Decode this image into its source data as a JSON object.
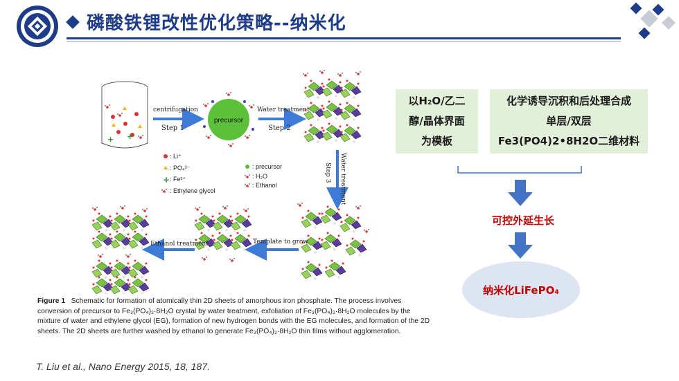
{
  "header": {
    "title": "磷酸铁锂改性优化策略--纳米化",
    "logo_icon": "university-seal-icon",
    "colors": {
      "title": "#1f3c88",
      "accent": "#1f3c88"
    }
  },
  "figure": {
    "step_labels": {
      "centrifugation": "centrifugation",
      "step1": "Step 1",
      "precursor": "precursor",
      "water_treatment": "Water treatment",
      "step2": "Step 2",
      "water_treatment_v": "Water treatment",
      "step3": "Step 3",
      "template_to_grow": "Template to grow",
      "ethanol_treatment": "Ethanol treatment"
    },
    "legend_left": [
      {
        "symbol": "red-dot",
        "label": ": Li⁺"
      },
      {
        "symbol": "yellow-triangle",
        "label": ": PO₄³⁻"
      },
      {
        "symbol": "green-cross",
        "label": ": Fe²⁺"
      },
      {
        "symbol": "glycol-molecule",
        "label": ": Ethylene glycol"
      }
    ],
    "legend_right": [
      {
        "symbol": "green-dot",
        "label": ": precursor"
      },
      {
        "symbol": "water-molecule",
        "label": ": H₂O"
      },
      {
        "symbol": "ethanol-molecule",
        "label": ": Ethanol"
      }
    ]
  },
  "caption": {
    "label": "Figure 1",
    "text": "Schematic for formation of atomically thin 2D sheets of amorphous iron phosphate. The process involves conversion of precursor to Fe₃(PO₄)₂·8H₂O crystal by water treatment, exfoliation of Fe₃(PO₄)₂·8H₂O molecules by the mixture of water and ethylene glycol (EG), formation of new hydrogen bonds with the EG molecules, and formation of the 2D sheets. The 2D sheets are further washed by ethanol to generate Fe₃(PO₄)₂·8H₂O thin films without agglomeration."
  },
  "citation": "T. Liu et al., Nano Energy 2015, 18, 187.",
  "right_panel": {
    "box1_lines": [
      "以H₂O/乙二",
      "醇/晶体界面",
      "为模板"
    ],
    "box2_lines": [
      "化学诱导沉积和后处理合成",
      "单层/双层",
      "Fe3(PO4)2•8H2O二维材料"
    ],
    "middle_label": "可控外延生长",
    "result_label": "纳米化LiFePO₄",
    "colors": {
      "box_fill": "#e2efd9",
      "arrow": "#4472c4",
      "red_text": "#c00000",
      "ellipse_fill": "#dde5f2"
    }
  }
}
